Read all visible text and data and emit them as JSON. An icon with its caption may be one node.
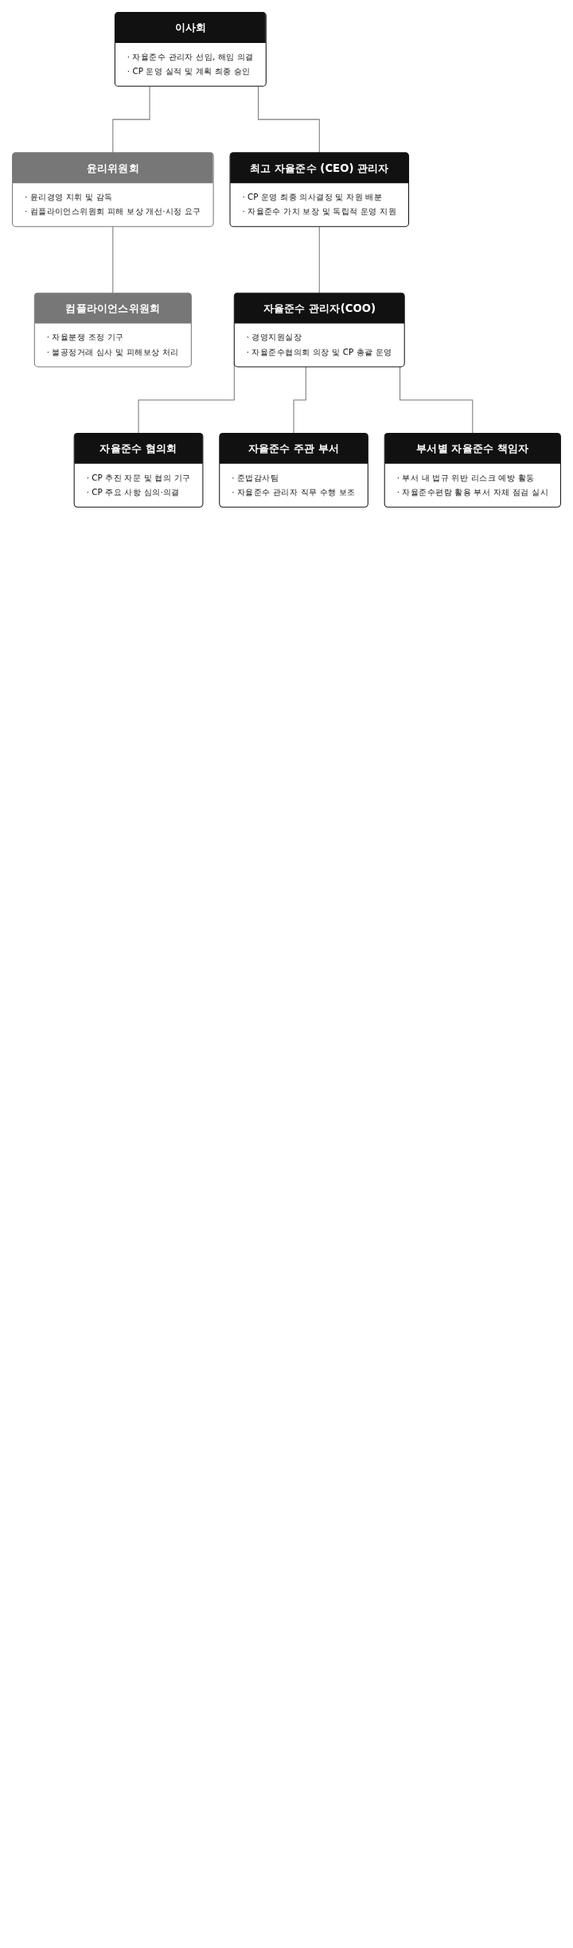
{
  "diagram": {
    "nodes": [
      {
        "text": [
          "이사회",
          "· 자율준수 관리자 선임, 해임 의결",
          "· CP 운영 실적 및 계획 최종 승인"
        ]
      },
      {
        "text": [
          "윤리위원회",
          "· 윤리경영 지휘 및 감독",
          "· 컴플라이언스위원회 피해 보상 개선·시정 요구"
        ]
      },
      {
        "text": [
          "컴플라이언스위원회",
          "· 자율분쟁 조정 기구",
          "· 불공정거래 심사 및 피해보상 처리"
        ]
      },
      {
        "text": [
          "최고 자율준수 (CEO) 관리자",
          "· CP 운영 최종 의사결정 및 자원 배분",
          "· 자율준수 가치 보장 및 독립적 운영 지원"
        ]
      },
      {
        "text": [
          "자율준수 관리자(COO)",
          "· 경영지원실장",
          "· 자율준수협의회 의장 및 CP 총괄 운영"
        ]
      },
      {
        "text": [
          "자율준수 협의회",
          "· CP 추진 자문 및 협의 기구",
          "· CP 주요 사항 심의·의결"
        ]
      },
      {
        "text": [
          "자율준수 주관 부서",
          "· 준법감사팀",
          "· 자율준수 관리자 직무 수행 보조"
        ]
      },
      {
        "text": [
          "부서별 자율준수 책임자",
          "· 부서 내 법규 위반 리스크 예방 활동",
          "· 자율준수편람 활용 부서 자체 점검 실시"
        ]
      }
    ],
    "edges": [
      {
        "from": 0,
        "to": 1,
        "arrow": "none"
      },
      {
        "from": 0,
        "to": 3,
        "arrow": "none"
      },
      {
        "from": 1,
        "to": 2,
        "arrow": "none"
      },
      {
        "from": 3,
        "to": 4,
        "arrow": "none"
      },
      {
        "from": 4,
        "to": 5,
        "arrow": "none"
      },
      {
        "from": 4,
        "to": 6,
        "arrow": "none"
      },
      {
        "from": 4,
        "to": 7,
        "arrow": "none"
      }
    ]
  }
}
